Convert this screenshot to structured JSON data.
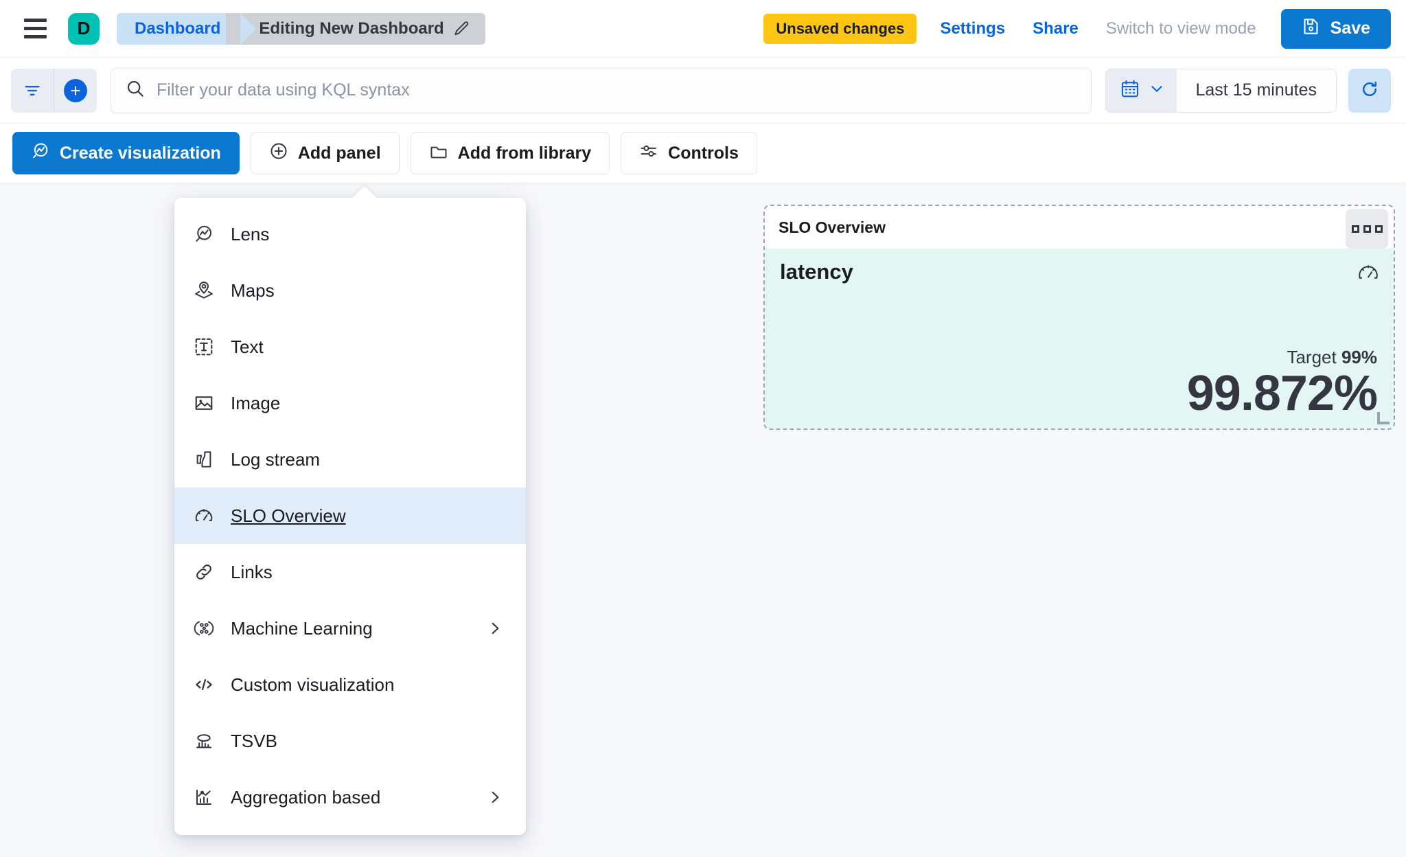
{
  "header": {
    "menu_icon": "hamburger-icon",
    "avatar_letter": "D",
    "breadcrumbs": [
      {
        "label": "Dashboard",
        "active": false
      },
      {
        "label": "Editing New Dashboard",
        "active": true,
        "icon": "pencil-icon"
      }
    ],
    "unsaved_badge": "Unsaved changes",
    "settings_link": "Settings",
    "share_link": "Share",
    "view_mode_link": "Switch to view mode",
    "save_button": "Save",
    "save_icon": "save-disk-icon"
  },
  "querybar": {
    "filter_icon": "filter-icon",
    "add_filter_icon": "plus-circle-icon",
    "search_icon": "search-icon",
    "search_value": "",
    "search_placeholder": "Filter your data using KQL syntax",
    "calendar_icon": "calendar-icon",
    "chevron_icon": "chevron-down-icon",
    "date_range": "Last 15 minutes",
    "refresh_icon": "refresh-icon"
  },
  "toolbar": {
    "buttons": [
      {
        "label": "Create visualization",
        "icon": "lens-icon",
        "primary": true
      },
      {
        "label": "Add panel",
        "icon": "plus-circle-outline-icon",
        "primary": false
      },
      {
        "label": "Add from library",
        "icon": "folder-icon",
        "primary": false
      },
      {
        "label": "Controls",
        "icon": "sliders-icon",
        "primary": false
      }
    ]
  },
  "add_panel_menu": {
    "items": [
      {
        "label": "Lens",
        "icon": "lens-icon",
        "selected": false,
        "has_submenu": false
      },
      {
        "label": "Maps",
        "icon": "map-pin-layers-icon",
        "selected": false,
        "has_submenu": false
      },
      {
        "label": "Text",
        "icon": "text-box-icon",
        "selected": false,
        "has_submenu": false
      },
      {
        "label": "Image",
        "icon": "image-icon",
        "selected": false,
        "has_submenu": false
      },
      {
        "label": "Log stream",
        "icon": "log-stream-icon",
        "selected": false,
        "has_submenu": false
      },
      {
        "label": "SLO Overview",
        "icon": "gauge-icon",
        "selected": true,
        "has_submenu": false
      },
      {
        "label": "Links",
        "icon": "link-icon",
        "selected": false,
        "has_submenu": false
      },
      {
        "label": "Machine Learning",
        "icon": "machine-learning-icon",
        "selected": false,
        "has_submenu": true
      },
      {
        "label": "Custom visualization",
        "icon": "code-icon",
        "selected": false,
        "has_submenu": false
      },
      {
        "label": "TSVB",
        "icon": "tsvb-chart-icon",
        "selected": false,
        "has_submenu": false
      },
      {
        "label": "Aggregation based",
        "icon": "aggregation-chart-icon",
        "selected": false,
        "has_submenu": true
      }
    ]
  },
  "slo_panel": {
    "title": "SLO Overview",
    "context_menu_icon": "more-horizontal-icon",
    "metric_name": "latency",
    "metric_icon": "gauge-icon",
    "target_label": "Target",
    "target_value": "99%",
    "sli_value": "99.872%"
  },
  "colors": {
    "brand_teal": "#00bfb3",
    "primary_blue": "#0b79d0",
    "link_blue": "#0b64dd",
    "warning_yellow": "#fec514",
    "panel_body": "#e4f6f4",
    "page_background": "#f7f8fc",
    "menu_selected": "#e0ecf9"
  }
}
